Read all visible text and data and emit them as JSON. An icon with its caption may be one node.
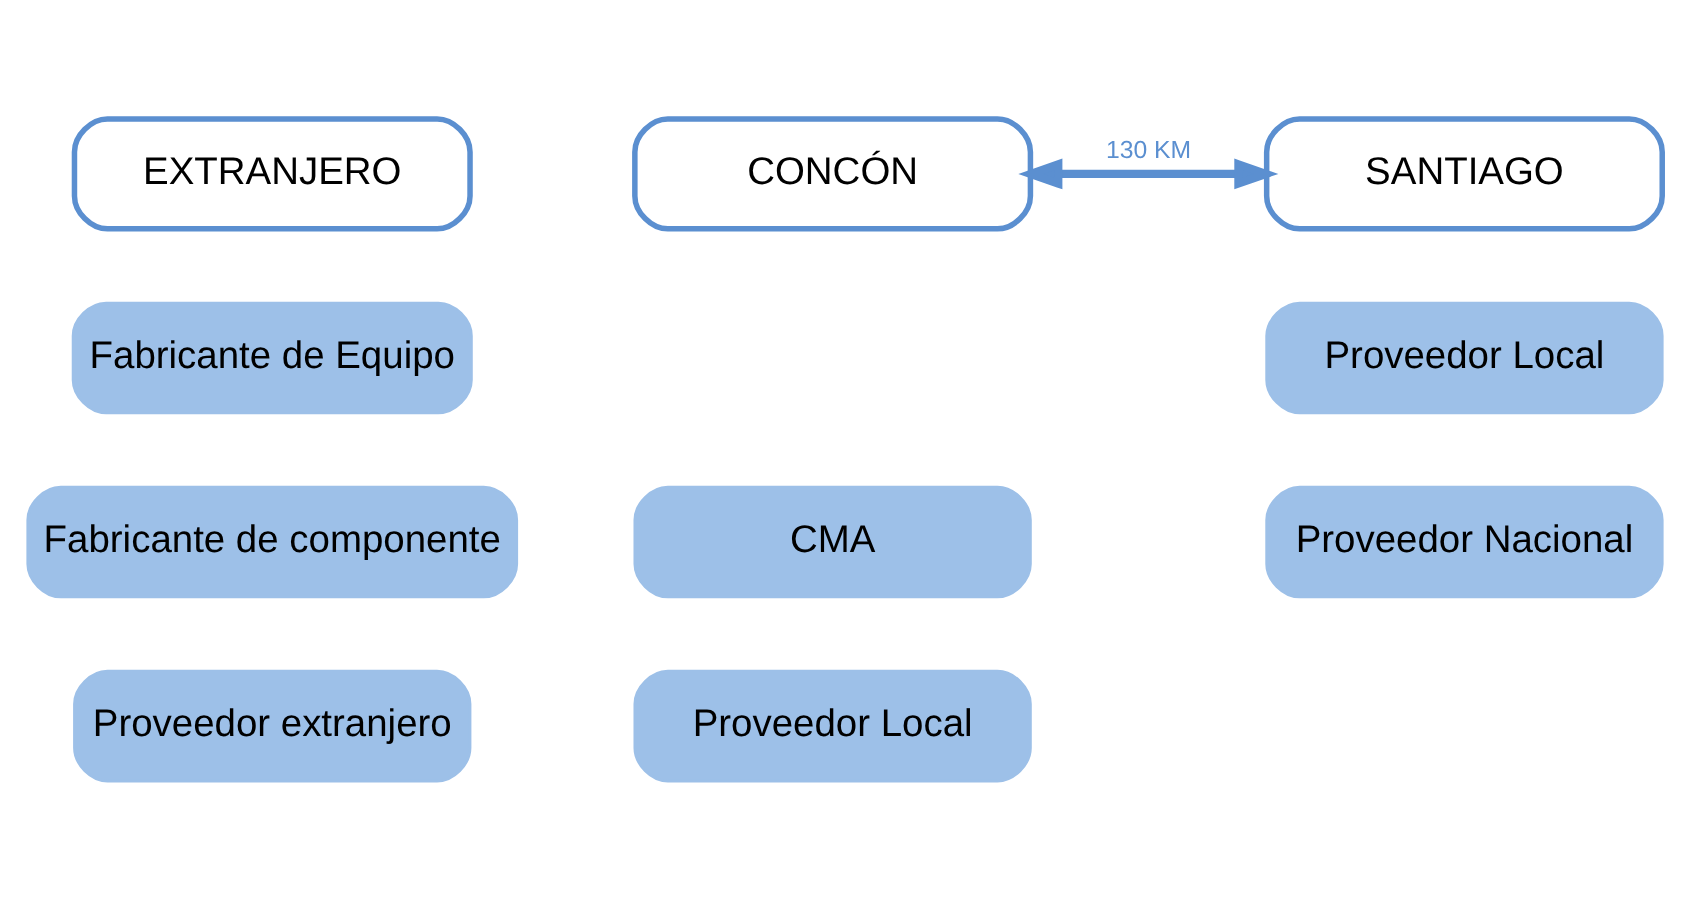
{
  "diagram": {
    "nodes": [
      {
        "text": [
          "EXTRANJERO"
        ]
      },
      {
        "text": [
          "CONCÓN"
        ]
      },
      {
        "text": [
          "SANTIAGO"
        ]
      },
      {
        "text": [
          "Fabricante de Equipo"
        ]
      },
      {
        "text": [
          "Proveedor Local"
        ]
      },
      {
        "text": [
          "Fabricante de componente"
        ]
      },
      {
        "text": [
          "CMA"
        ]
      },
      {
        "text": [
          "Proveedor Nacional"
        ]
      },
      {
        "text": [
          "Proveedor Local"
        ]
      },
      {
        "text": [
          "Proveedor extranjero"
        ]
      }
    ],
    "edges": [
      {
        "from": 1,
        "to": 2,
        "arrow": "both",
        "label": "130 KM"
      }
    ]
  }
}
